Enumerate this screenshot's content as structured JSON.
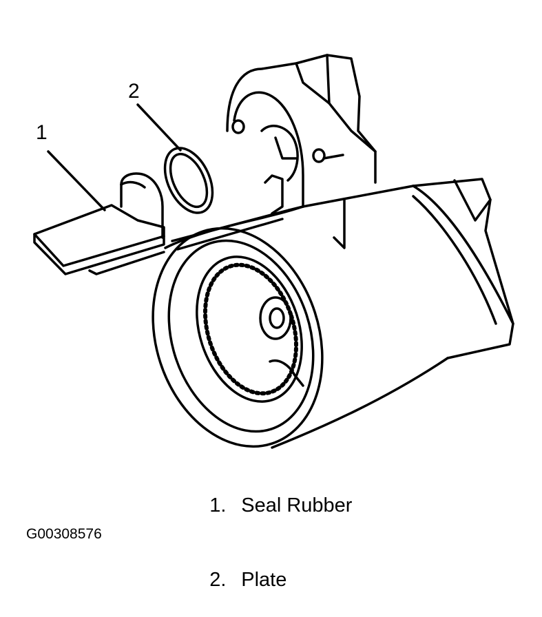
{
  "callouts": [
    {
      "id": "1",
      "text": "1"
    },
    {
      "id": "2",
      "text": "2"
    }
  ],
  "legend": [
    {
      "number": "1.",
      "label": "Seal Rubber"
    },
    {
      "number": "2.",
      "label": "Plate"
    }
  ],
  "figure_id": "G00308576",
  "colors": {
    "line": "#000000",
    "background": "#ffffff"
  }
}
